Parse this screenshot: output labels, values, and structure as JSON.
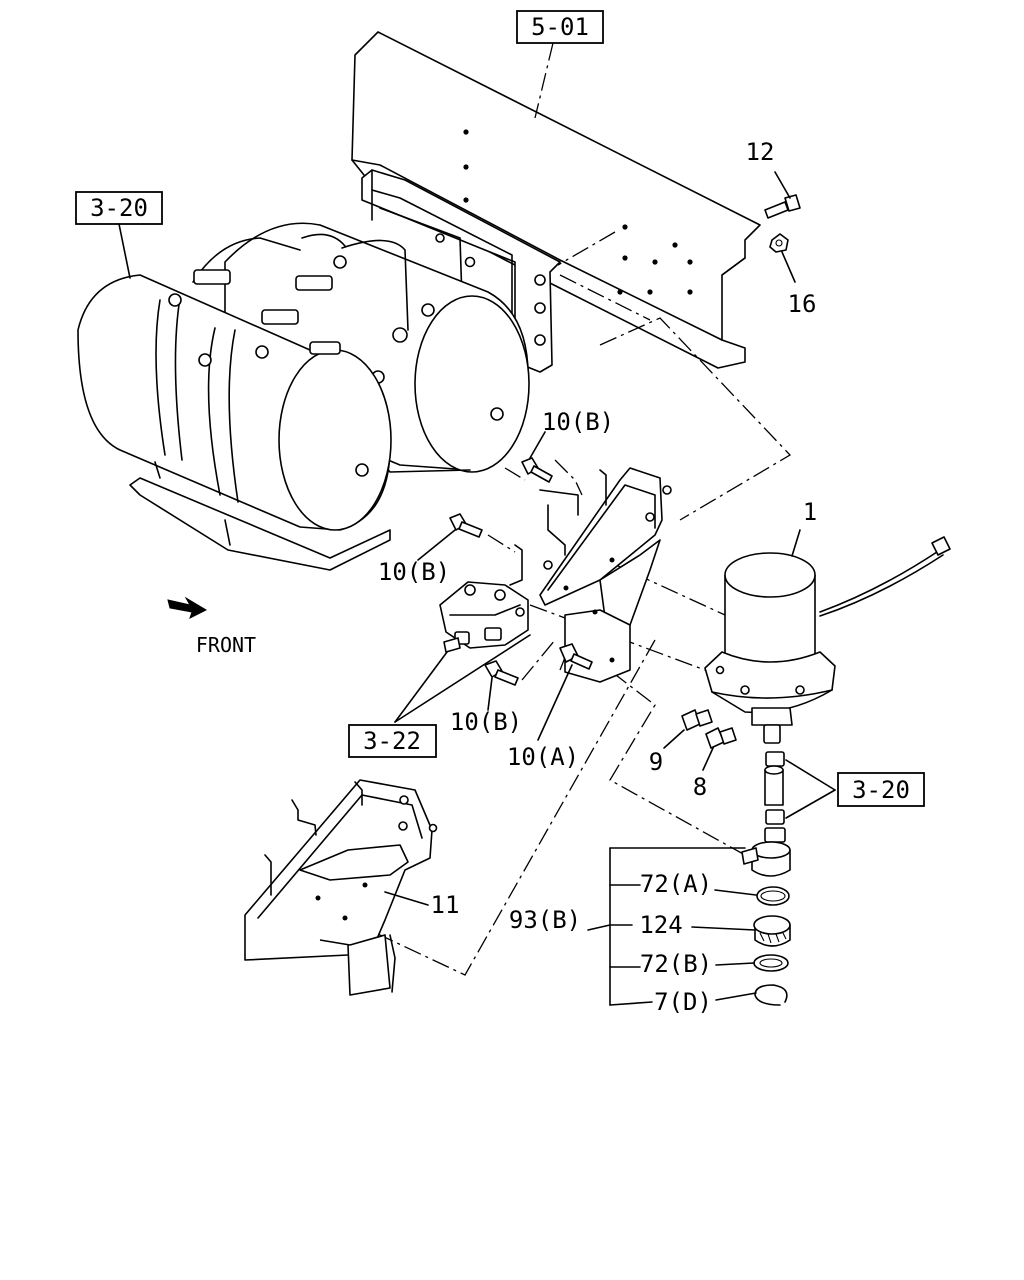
{
  "references": {
    "frame": "5-01",
    "tanks": "3-20",
    "valve": "3-22",
    "pipe": "3-20"
  },
  "callouts": {
    "p1": "1",
    "p7d": "7(D)",
    "p8": "8",
    "p9": "9",
    "p10a": "10(A)",
    "p10b_1": "10(B)",
    "p10b_2": "10(B)",
    "p10b_3": "10(B)",
    "p11": "11",
    "p12": "12",
    "p16": "16",
    "p72a": "72(A)",
    "p72b": "72(B)",
    "p93b": "93(B)",
    "p124": "124"
  },
  "front_label": "FRONT"
}
